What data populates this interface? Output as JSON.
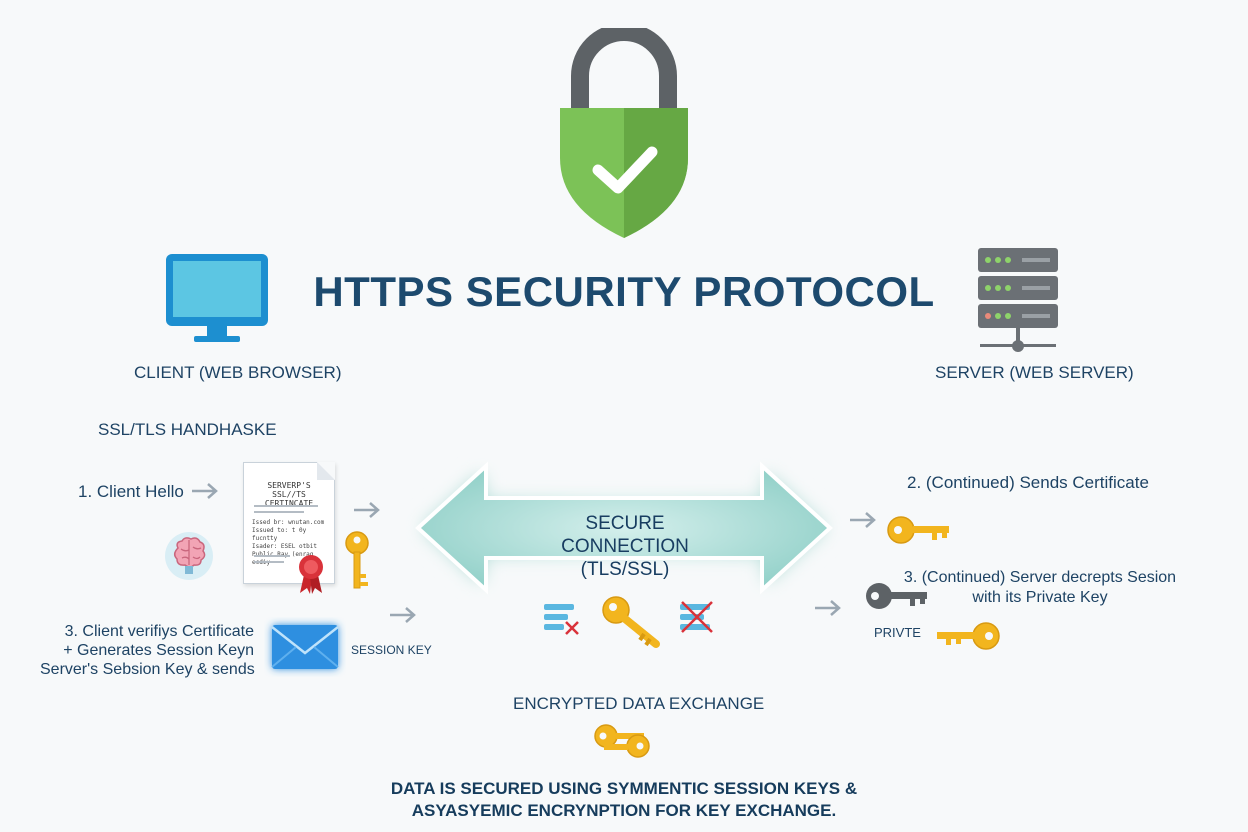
{
  "title": "HTTPS SECURITY PROTOCOL",
  "client": {
    "label": "CLIENT (WEB BROWSER)"
  },
  "server": {
    "label": "SERVER (WEB SERVER)"
  },
  "handshake": {
    "label": "SSL/TLS HANDHASKE"
  },
  "steps": {
    "client_hello": "1. Client Hello",
    "client_verify": [
      "3. Client verifiys Certificate",
      "+ Generates Session Keyn",
      "Server's Sebsion Key & sends"
    ],
    "sends_certificate": "2. (Continued) Sends Certificate",
    "server_decrypts": [
      "3. (Continued) Server decrepts Sesion",
      "with its Private Key"
    ]
  },
  "certificate": {
    "title_lines": [
      "SERVERP'S SSL//TS",
      "CERTINCATE"
    ],
    "body_lines": [
      "Issed br: wnutan.com",
      "Issued to: t 0y fucntty",
      "Isader: ESEL otbit",
      "Public Ray (enrag ecdiy"
    ]
  },
  "secure_connection": {
    "line1": "SECURE CONNECTION",
    "line2": "(TLS/SSL)"
  },
  "labels": {
    "session_key": "SESSION KEY",
    "private": "PRIVTE",
    "encrypted_exchange": "ENCRYPTED DATA EXCHANGE"
  },
  "bottom_note": [
    "DATA IS SECURED USING SYMMENTIC SESSION KEYS &",
    "ASYASYEMIC ENCRYNPTION FOR KEY EXCHANGE."
  ],
  "colors": {
    "lock_green": "#6ab04c",
    "lock_shackle": "#5d6266",
    "monitor_blue": "#1d8fd0",
    "server_gray": "#6b7075",
    "key_gold": "#f2b51e",
    "connection_teal": "#9fd5cf",
    "text_navy": "#1d4a6e"
  },
  "icons": [
    "padlock-shield-icon",
    "monitor-icon",
    "server-rack-icon",
    "brain-icon",
    "envelope-icon",
    "key-icon",
    "certificate-icon",
    "double-arrow-icon"
  ]
}
